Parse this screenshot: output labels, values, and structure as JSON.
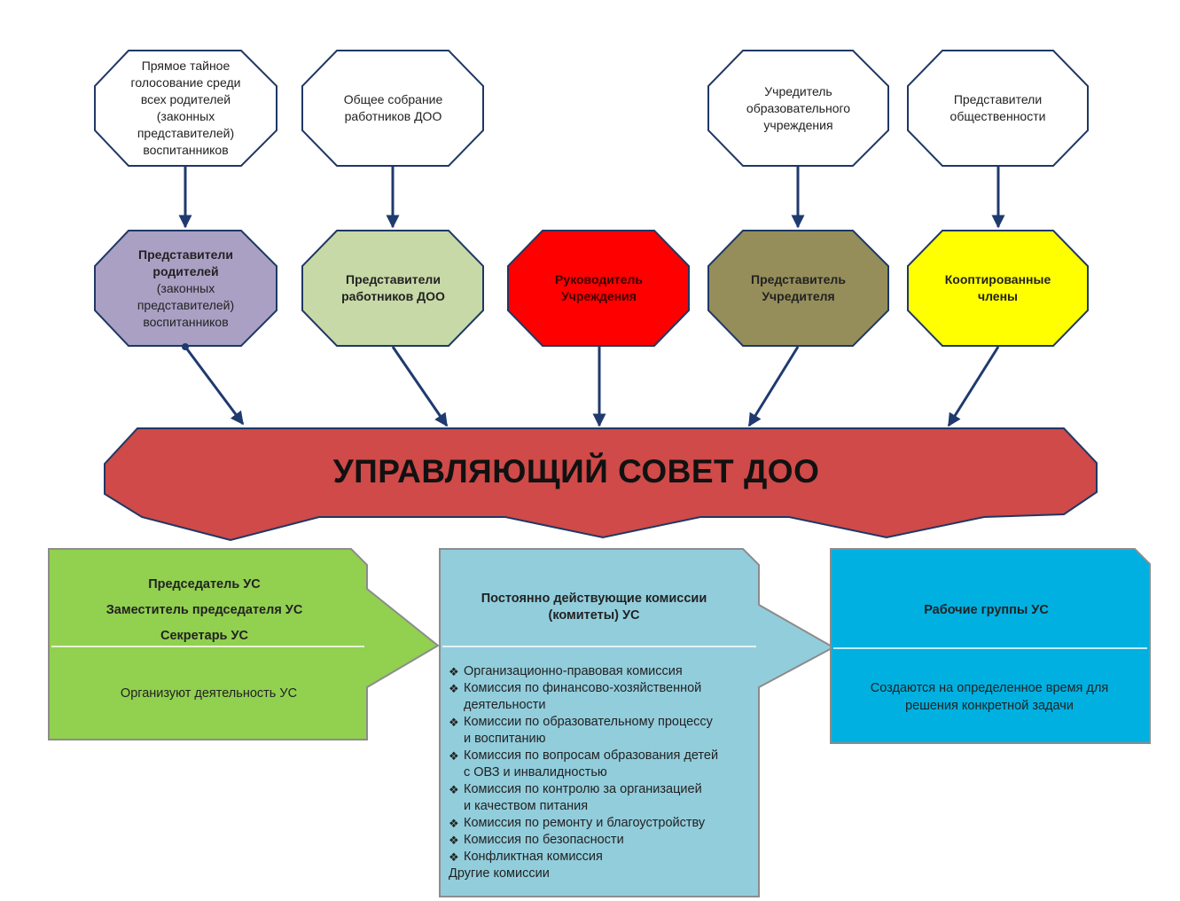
{
  "sources": {
    "parents_vote": [
      "Прямое тайное",
      "голосование среди",
      "всех родителей",
      "(законных",
      "представителей)",
      "воспитанников"
    ],
    "staff_meeting": [
      "Общее собрание",
      "работников ДОО"
    ],
    "founder": [
      "Учредитель",
      "образовательного",
      "учреждения"
    ],
    "public": [
      "Представители",
      "общественности"
    ]
  },
  "representatives": {
    "parents": {
      "bold": [
        "Представители",
        "родителей"
      ],
      "normal": [
        "(законных",
        "представителей)",
        "воспитанников"
      ],
      "color": "#a9a0c4"
    },
    "staff": {
      "bold": [
        "Представители",
        "работников ДОО"
      ],
      "color": "#c7d9a6"
    },
    "head": {
      "bold": [
        "Руководитель",
        "Учреждения"
      ],
      "color": "#ff0000"
    },
    "founder": {
      "bold": [
        "Представитель",
        "Учредителя"
      ],
      "color": "#958e5a"
    },
    "coopted": {
      "bold": [
        "Кооптированные",
        "члены"
      ],
      "color": "#ffff00"
    }
  },
  "council": {
    "title": "УПРАВЛЯЮЩИЙ СОВЕТ ДОО",
    "color": "#cf4a48"
  },
  "leadership": {
    "roles": [
      "Председатель УС",
      "Заместитель председателя УС",
      "Секретарь УС"
    ],
    "description": "Организуют деятельность УС",
    "color": "#92d050"
  },
  "commissions": {
    "title": [
      "Постоянно действующие комиссии",
      "(комитеты) УС"
    ],
    "bullet": "❖",
    "items": [
      [
        "Организационно-правовая комиссия"
      ],
      [
        "Комиссия по финансово-хозяйственной",
        "деятельности"
      ],
      [
        "Комиссии по образовательному процессу",
        "и воспитанию"
      ],
      [
        "Комиссия по вопросам образования детей",
        "с ОВЗ и инвалидностью"
      ],
      [
        "Комиссия по контролю за организацией",
        "и качеством питания"
      ],
      [
        "Комиссия по ремонту и благоустройству"
      ],
      [
        "Комиссия по безопасности"
      ],
      [
        "Конфликтная комиссия"
      ]
    ],
    "other": "Другие комиссии",
    "color": "#92cddc"
  },
  "work_groups": {
    "title": "Рабочие группы УС",
    "description": [
      "Создаются на определенное время для",
      "решения конкретной задачи"
    ],
    "color": "#00b0e0"
  },
  "colors": {
    "outline": "#1f3864",
    "arrow": "#1f3a6e",
    "box_border": "#8c8c8c"
  }
}
